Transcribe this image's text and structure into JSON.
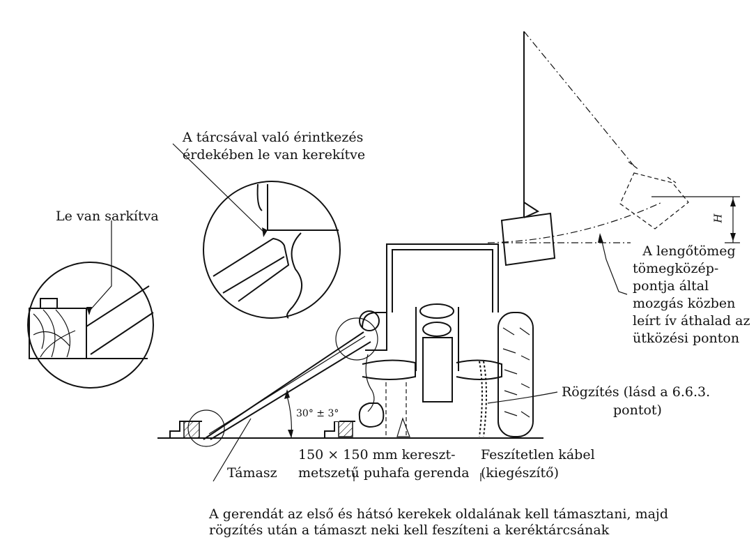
{
  "labels": {
    "rounded_line1": "A tárcsával való érintkezés",
    "rounded_line2": "érdekében le van kerekítve",
    "chamfered": "Le van sarkítva",
    "arc_line1": "A lengőtömeg",
    "arc_line2": "tömegközép-",
    "arc_line3": "pontja által",
    "arc_line4": "mozgás közben",
    "arc_line5": "leírt ív áthalad az",
    "arc_line6": "ütközési ponton",
    "fixing_line1": "Rögzítés (lásd a 6.6.3.",
    "fixing_line2": "pontot)",
    "angle": "30° ± 3°",
    "height": "H",
    "prop": "Támasz",
    "beam_line1": "150 × 150 mm kereszt-",
    "beam_line2": "metszetű puhafa gerenda",
    "cable_line1": "Feszítetlen kábel",
    "cable_line2": "(kiegészítő)"
  },
  "caption": {
    "line1": "A gerendát az első és hátsó kerekek oldalának kell támasztani, majd",
    "line2": "rögzítés után a támaszt neki kell feszíteni a keréktárcsának"
  },
  "colors": {
    "ink": "#111111",
    "paper": "#ffffff"
  }
}
